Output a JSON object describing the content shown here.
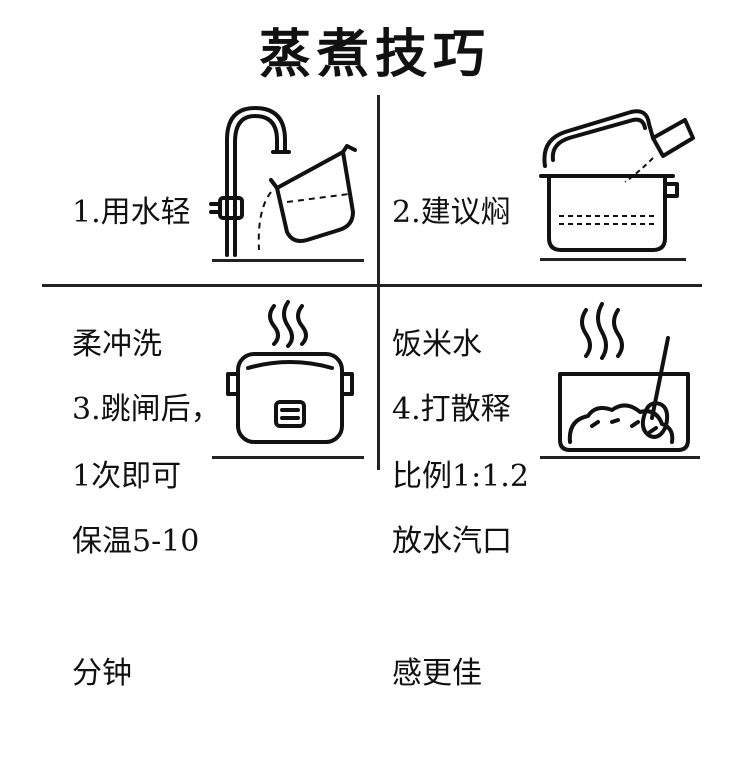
{
  "title": "蒸煮技巧",
  "steps": [
    {
      "lines": [
        "1.用水轻",
        "柔冲洗",
        "1次即可"
      ],
      "icon": "faucet-pouring-water-icon"
    },
    {
      "lines": [
        "2.建议焖",
        "饭米水",
        "比例1:1.2"
      ],
      "icon": "rice-cooker-add-water-icon"
    },
    {
      "lines": [
        "3.跳闸后，",
        "保温5-10",
        "分钟"
      ],
      "icon": "rice-cooker-steam-icon"
    },
    {
      "lines": [
        "4.打散释",
        "放水汽口",
        "感更佳"
      ],
      "icon": "bowl-rice-spoon-icon"
    }
  ]
}
